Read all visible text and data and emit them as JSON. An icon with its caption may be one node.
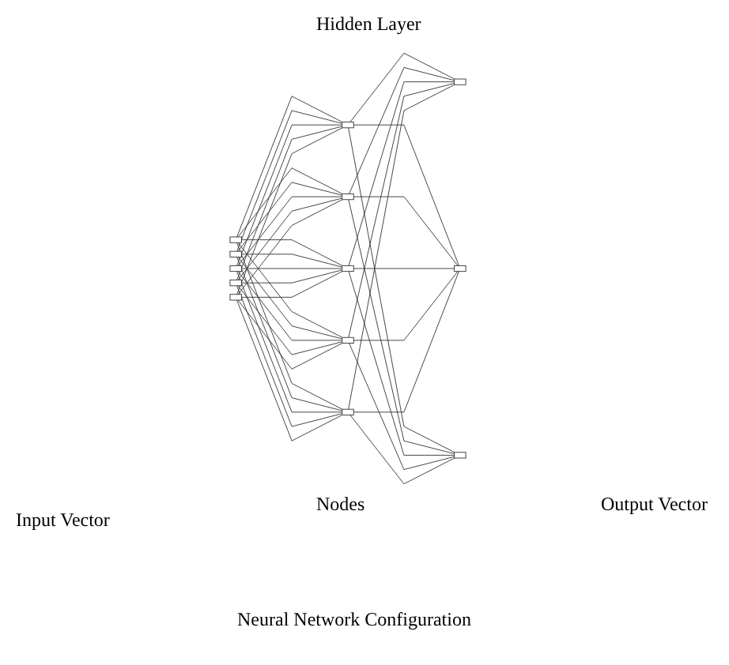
{
  "diagram": {
    "caption": "Neural Network Configuration",
    "nodes": [
      {
        "text": [],
        "shape": "box"
      },
      {
        "text": [],
        "shape": "box"
      },
      {
        "text": [],
        "shape": "box"
      },
      {
        "text": [],
        "shape": "box"
      },
      {
        "text": [],
        "shape": "box"
      },
      {
        "text": [],
        "shape": "box"
      },
      {
        "text": [],
        "shape": "box"
      },
      {
        "text": [],
        "shape": "box"
      },
      {
        "text": [],
        "shape": "box"
      },
      {
        "text": [],
        "shape": "box"
      },
      {
        "text": [],
        "shape": "box"
      },
      {
        "text": [],
        "shape": "box"
      },
      {
        "text": [],
        "shape": "box"
      }
    ],
    "edges": [
      {
        "from": 0,
        "to": 5,
        "arrow": "none"
      },
      {
        "from": 0,
        "to": 6,
        "arrow": "none"
      },
      {
        "from": 0,
        "to": 7,
        "arrow": "none"
      },
      {
        "from": 0,
        "to": 8,
        "arrow": "none"
      },
      {
        "from": 0,
        "to": 9,
        "arrow": "none"
      },
      {
        "from": 1,
        "to": 5,
        "arrow": "none"
      },
      {
        "from": 1,
        "to": 6,
        "arrow": "none"
      },
      {
        "from": 1,
        "to": 7,
        "arrow": "none"
      },
      {
        "from": 1,
        "to": 8,
        "arrow": "none"
      },
      {
        "from": 1,
        "to": 9,
        "arrow": "none"
      },
      {
        "from": 2,
        "to": 5,
        "arrow": "none"
      },
      {
        "from": 2,
        "to": 6,
        "arrow": "none"
      },
      {
        "from": 2,
        "to": 7,
        "arrow": "none"
      },
      {
        "from": 2,
        "to": 8,
        "arrow": "none"
      },
      {
        "from": 2,
        "to": 9,
        "arrow": "none"
      },
      {
        "from": 3,
        "to": 5,
        "arrow": "none"
      },
      {
        "from": 3,
        "to": 6,
        "arrow": "none"
      },
      {
        "from": 3,
        "to": 7,
        "arrow": "none"
      },
      {
        "from": 3,
        "to": 8,
        "arrow": "none"
      },
      {
        "from": 3,
        "to": 9,
        "arrow": "none"
      },
      {
        "from": 4,
        "to": 5,
        "arrow": "none"
      },
      {
        "from": 4,
        "to": 6,
        "arrow": "none"
      },
      {
        "from": 4,
        "to": 7,
        "arrow": "none"
      },
      {
        "from": 4,
        "to": 8,
        "arrow": "none"
      },
      {
        "from": 4,
        "to": 9,
        "arrow": "none"
      },
      {
        "from": 5,
        "to": 10,
        "arrow": "none"
      },
      {
        "from": 5,
        "to": 11,
        "arrow": "none"
      },
      {
        "from": 5,
        "to": 12,
        "arrow": "none"
      },
      {
        "from": 6,
        "to": 10,
        "arrow": "none"
      },
      {
        "from": 6,
        "to": 11,
        "arrow": "none"
      },
      {
        "from": 6,
        "to": 12,
        "arrow": "none"
      },
      {
        "from": 7,
        "to": 10,
        "arrow": "none"
      },
      {
        "from": 7,
        "to": 11,
        "arrow": "none"
      },
      {
        "from": 7,
        "to": 12,
        "arrow": "none"
      },
      {
        "from": 8,
        "to": 10,
        "arrow": "none"
      },
      {
        "from": 8,
        "to": 11,
        "arrow": "none"
      },
      {
        "from": 8,
        "to": 12,
        "arrow": "none"
      },
      {
        "from": 9,
        "to": 10,
        "arrow": "none"
      },
      {
        "from": 9,
        "to": 11,
        "arrow": "none"
      },
      {
        "from": 9,
        "to": 12,
        "arrow": "none"
      }
    ],
    "labels": [
      "Hidden Layer",
      "Output Vector",
      "Nodes",
      "Input Vector"
    ]
  }
}
